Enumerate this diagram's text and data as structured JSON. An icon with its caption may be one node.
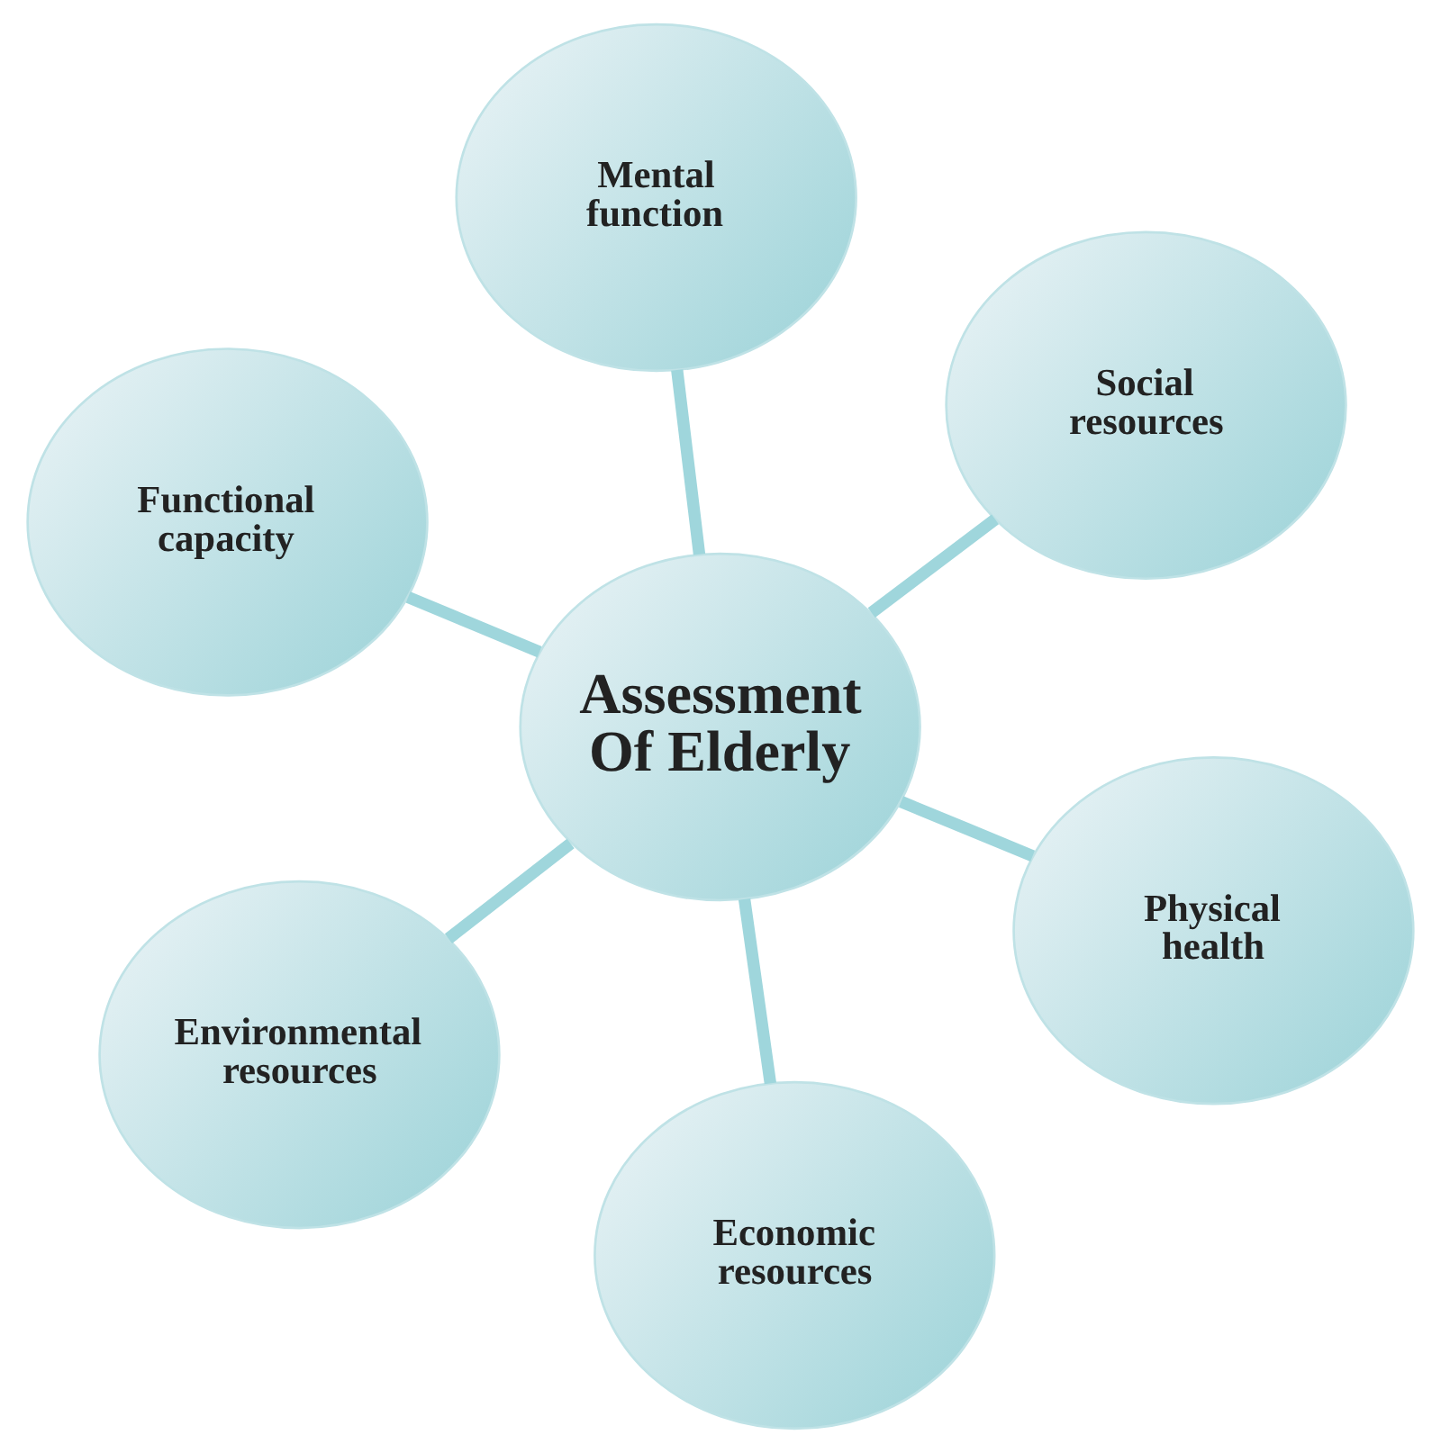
{
  "diagram": {
    "nodes": [
      {
        "text": [
          "Functional capacity"
        ]
      },
      {
        "text": [
          "Physical health"
        ]
      },
      {
        "text": [
          "Economic resources"
        ]
      },
      {
        "text": [
          "Assessment Of Elderly"
        ]
      },
      {
        "text": [
          "Social resources"
        ]
      },
      {
        "text": [
          "Mental function"
        ]
      },
      {
        "text": [
          "Environmental resources"
        ]
      }
    ],
    "edges": [
      {
        "from": 3,
        "to": 0,
        "arrow": "none"
      },
      {
        "from": 3,
        "to": 2,
        "arrow": "none"
      },
      {
        "from": 3,
        "to": 5,
        "arrow": "none"
      },
      {
        "from": 3,
        "to": 6,
        "arrow": "none"
      },
      {
        "from": 3,
        "to": 4,
        "arrow": "none"
      },
      {
        "from": 3,
        "to": 1,
        "arrow": "none"
      }
    ]
  }
}
